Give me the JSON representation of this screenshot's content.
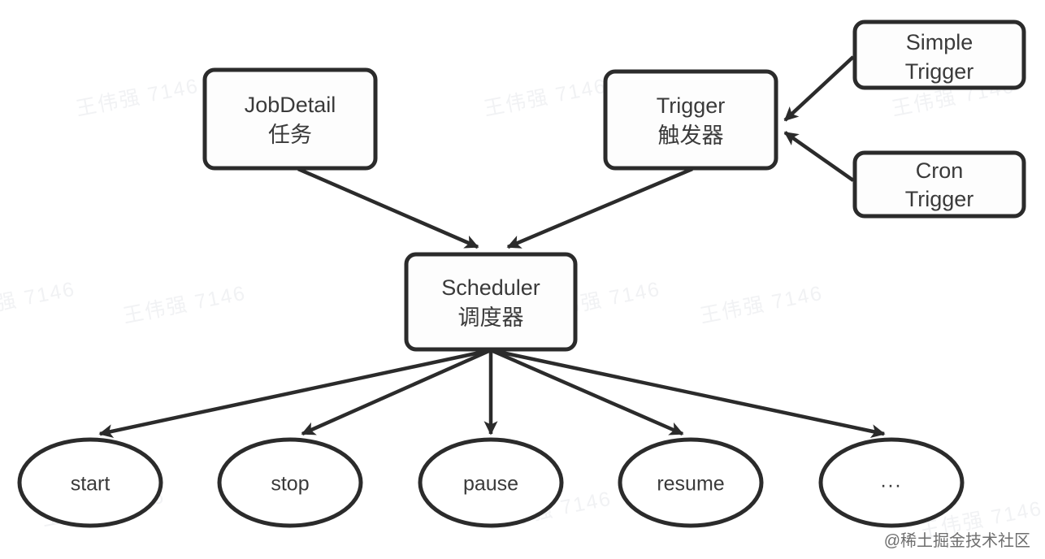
{
  "diagram": {
    "type": "flowchart",
    "title": "Quartz Scheduler architecture diagram",
    "background_color": "#ffffff",
    "stroke_color": "#2b2b2b",
    "text_color": "#3a3a3a",
    "nodes": [
      {
        "id": "jobdetail",
        "shape": "rounded-rect",
        "line1": "JobDetail",
        "line2": "任务"
      },
      {
        "id": "trigger",
        "shape": "rounded-rect",
        "line1": "Trigger",
        "line2": "触发器"
      },
      {
        "id": "simple_trigger",
        "shape": "rounded-rect",
        "line1": "Simple",
        "line2": "Trigger"
      },
      {
        "id": "cron_trigger",
        "shape": "rounded-rect",
        "line1": "Cron",
        "line2": "Trigger"
      },
      {
        "id": "scheduler",
        "shape": "rounded-rect",
        "line1": "Scheduler",
        "line2": "调度器"
      },
      {
        "id": "start",
        "shape": "ellipse",
        "line1": "start"
      },
      {
        "id": "stop",
        "shape": "ellipse",
        "line1": "stop"
      },
      {
        "id": "pause",
        "shape": "ellipse",
        "line1": "pause"
      },
      {
        "id": "resume",
        "shape": "ellipse",
        "line1": "resume"
      },
      {
        "id": "more",
        "shape": "ellipse",
        "line1": "..."
      }
    ],
    "edges": [
      {
        "from": "jobdetail",
        "to": "scheduler"
      },
      {
        "from": "trigger",
        "to": "scheduler"
      },
      {
        "from": "simple_trigger",
        "to": "trigger"
      },
      {
        "from": "cron_trigger",
        "to": "trigger"
      },
      {
        "from": "scheduler",
        "to": "start"
      },
      {
        "from": "scheduler",
        "to": "stop"
      },
      {
        "from": "scheduler",
        "to": "pause"
      },
      {
        "from": "scheduler",
        "to": "resume"
      },
      {
        "from": "scheduler",
        "to": "more"
      }
    ]
  },
  "watermark": {
    "tile_text": "王伟强 7146",
    "credit_text": "@稀土掘金技术社区",
    "tile_color": "#f1f2f4",
    "credit_color": "#6e6e6e"
  }
}
